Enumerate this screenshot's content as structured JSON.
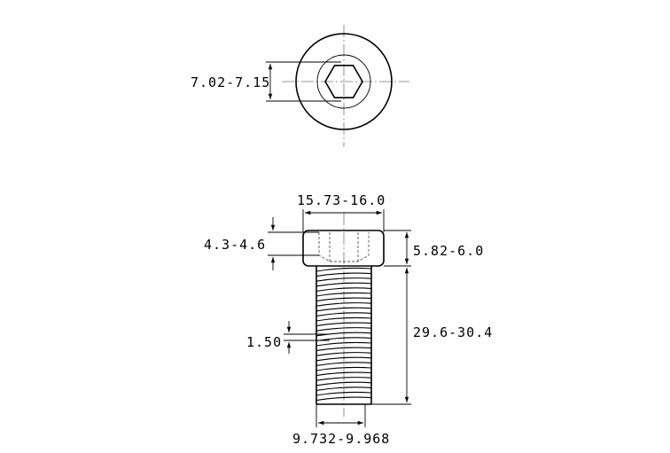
{
  "drawing": {
    "top_view": {
      "hex_socket_label": "7.02-7.15"
    },
    "side_view": {
      "head_diameter_label": "15.73-16.0",
      "socket_depth_label": "4.3-4.6",
      "head_height_label": "5.82-6.0",
      "thread_length_label": "29.6-30.4",
      "thread_pitch_label": "1.50",
      "thread_diameter_label": "9.732-9.968"
    }
  }
}
